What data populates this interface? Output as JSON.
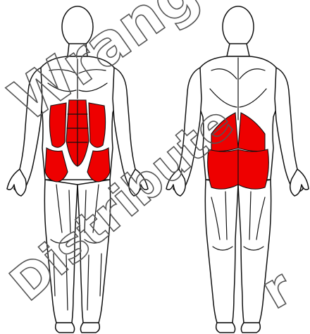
{
  "watermark": {
    "top_text": "Wrangle",
    "middle_text": "Distribute",
    "corner_text": "r"
  },
  "figures": [
    {
      "view": "front",
      "highlighted": [
        "rectus-abdominis",
        "external-obliques",
        "hip-flexors"
      ]
    },
    {
      "view": "back",
      "highlighted": [
        "gluteus-maximus",
        "gluteus-medius"
      ]
    }
  ],
  "colors": {
    "highlight": "#ee0000",
    "outline": "#111111",
    "watermark": "#555555",
    "background": "#ffffff"
  }
}
